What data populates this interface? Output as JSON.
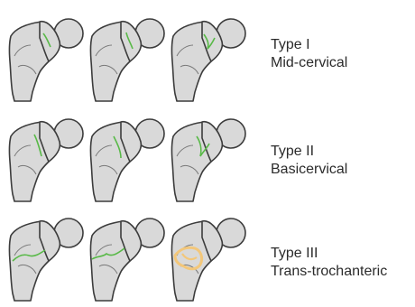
{
  "rows": [
    {
      "type_label": "Type I",
      "name_label": "Mid-cervical",
      "fracture_color": "#58b947",
      "fracture_location": "mid-cervical"
    },
    {
      "type_label": "Type II",
      "name_label": "Basicervical",
      "fracture_color": "#58b947",
      "fracture_location": "basicervical"
    },
    {
      "type_label": "Type III",
      "name_label": "Trans-trochanteric",
      "fracture_color": "#58b947",
      "highlight_color": "#f3c77a",
      "fracture_location": "trans-trochanteric"
    }
  ],
  "colors": {
    "bone_fill": "#d9d9d9",
    "bone_outline": "#3c3c3c",
    "text": "#2b2b2b",
    "background": "#ffffff"
  }
}
